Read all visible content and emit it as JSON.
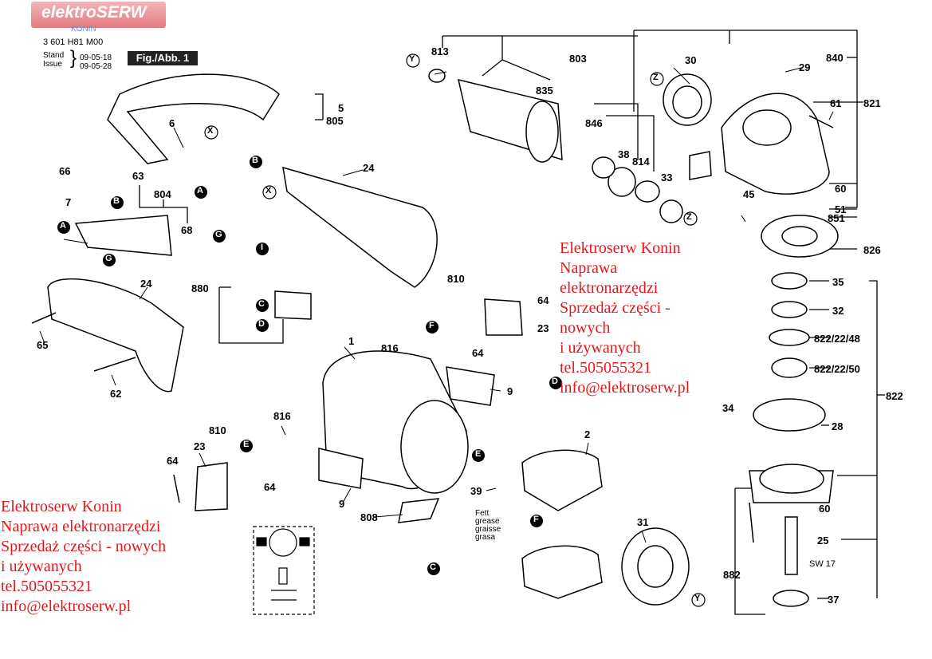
{
  "logo": {
    "name": "elektroSERW",
    "sub": "KONIN"
  },
  "header": {
    "code": "3 601 H81 M00",
    "stand_label": "Stand",
    "issue_label": "Issue",
    "date1": "09-05-18",
    "date2": "09-05-28",
    "fig": "Fig./Abb. 1"
  },
  "ad_right": [
    "Elektroserw Konin",
    "Naprawa",
    "elektronarzędzi",
    "Sprzedaż części -",
    "nowych",
    "i używanych",
    "tel.505055321",
    "info@elektroserw.pl"
  ],
  "ad_left": [
    "Elektroserw Konin",
    "Naprawa elektronarzędzi",
    "Sprzedaż części - nowych",
    "i używanych",
    "tel.505055321",
    "info@elektroserw.pl"
  ],
  "grease_note": [
    "Fett",
    "grease",
    "graisse",
    "grasa"
  ],
  "parts": {
    "p813": "813",
    "p803": "803",
    "p835": "835",
    "p846": "846",
    "p38": "38",
    "p814": "814",
    "p33": "33",
    "p30": "30",
    "p29": "29",
    "p840": "840",
    "p61": "61",
    "p821": "821",
    "p60a": "60",
    "p51": "51",
    "p851": "851",
    "p45": "45",
    "p826": "826",
    "p35": "35",
    "p32": "32",
    "p822_48": "822/22/48",
    "p822_50": "822/22/50",
    "p822": "822",
    "p34": "34",
    "p28": "28",
    "p60b": "60",
    "p25": "25",
    "sw17": "SW 17",
    "p882": "882",
    "p37": "37",
    "p5": "5",
    "p805": "805",
    "p6": "6",
    "p24a": "24",
    "p66": "66",
    "p63": "63",
    "p804": "804",
    "p7": "7",
    "p68": "68",
    "p880": "880",
    "p24b": "24",
    "p65": "65",
    "p62": "62",
    "p810a": "810",
    "p64a": "64",
    "p23a": "23",
    "p816a": "816",
    "p64b": "64",
    "p1": "1",
    "p9a": "9",
    "p2": "2",
    "p39": "39",
    "p31": "31",
    "p810b": "810",
    "p816b": "816",
    "p23b": "23",
    "p64c": "64",
    "p64d": "64",
    "p9b": "9",
    "p808": "808"
  },
  "markers": {
    "A": "A",
    "B": "B",
    "C": "C",
    "D": "D",
    "E": "E",
    "F": "F",
    "G": "G",
    "I": "I",
    "X": "X",
    "Y": "Y",
    "Z": "Z"
  },
  "colors": {
    "ad_red": "#e8161b",
    "ink": "#000000"
  }
}
